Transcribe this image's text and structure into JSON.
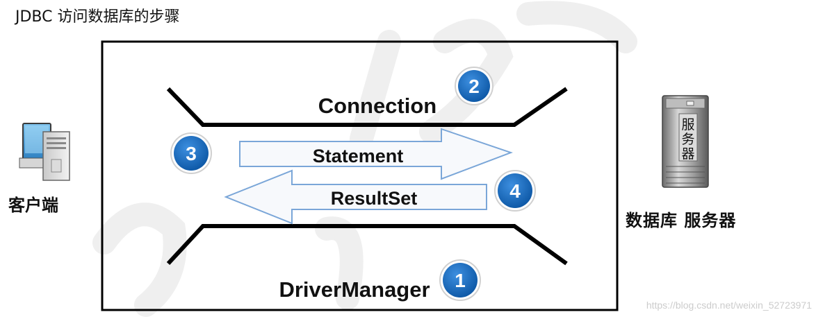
{
  "title": "JDBC 访问数据库的步骤",
  "client": {
    "label": "客户端",
    "icon": "desktop-computer-icon"
  },
  "server": {
    "label": "数据库 服务器",
    "icon": "server-tower-icon",
    "box_text": [
      "服",
      "务",
      "器"
    ]
  },
  "diagram": {
    "connection_label": "Connection",
    "statement_label": "Statement",
    "resultset_label": "ResultSet",
    "drivermanager_label": "DriverManager"
  },
  "steps": {
    "connection": "2",
    "statement": "3",
    "resultset": "4",
    "drivermanager": "1"
  },
  "colors": {
    "badge": "#1a6fc4",
    "arrow_fill": "#f7f9fc",
    "arrow_stroke": "#7aa6d8",
    "frame": "#000000"
  },
  "watermark": "https://blog.csdn.net/weixin_52723971"
}
